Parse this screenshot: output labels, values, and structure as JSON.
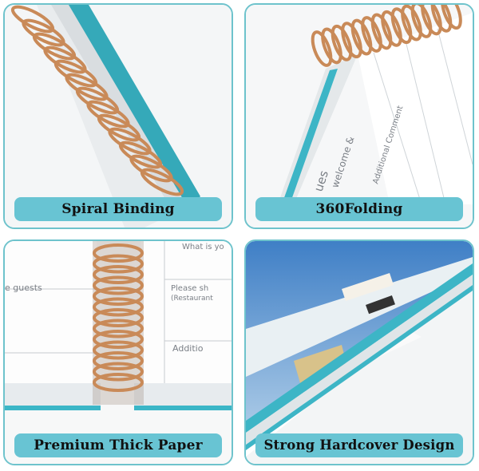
{
  "panels": [
    {
      "caption": "Spiral Binding",
      "icon": "spiral-binding-photo"
    },
    {
      "caption": "360Folding",
      "icon": "folding-notebook-photo"
    },
    {
      "caption": "Premium Thick Paper",
      "icon": "thick-paper-photo"
    },
    {
      "caption": "Strong Hardcover Design",
      "icon": "hardcover-photo"
    }
  ],
  "page_text": {
    "folding_text": [
      "Additional Comment",
      "welcome &",
      "ues"
    ],
    "paper_left": "e guests",
    "paper_right_top": "What is yo",
    "paper_right_mid": "Please sh",
    "paper_right_mid2": "(Restaurant",
    "paper_right_bottom": "Additio"
  },
  "colors": {
    "accent": "#68c4d3",
    "border": "#6ec3cc",
    "coil": "#c98a58",
    "cover": "#39b8c9"
  }
}
